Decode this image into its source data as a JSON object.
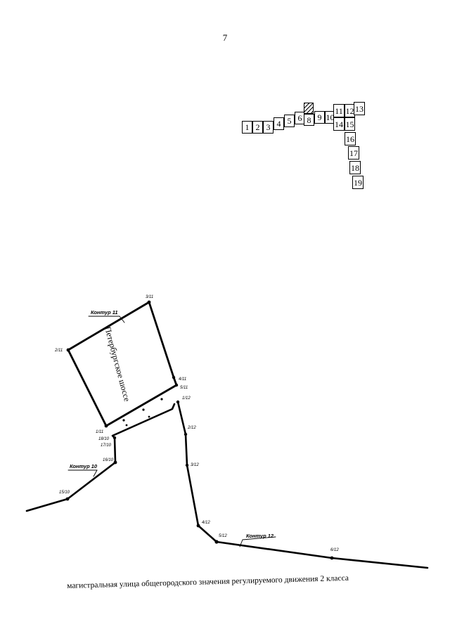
{
  "page_number": "7",
  "index_sheets": [
    "1",
    "2",
    "3",
    "4",
    "5",
    "6",
    "",
    "8",
    "9",
    "10",
    "11",
    "12",
    "13",
    "14",
    "15",
    "16",
    "17",
    "18",
    "19"
  ],
  "street_name": "Петербургское шоссе",
  "contours": [
    {
      "label": "Контур 11",
      "points": [
        "1/11",
        "2/11",
        "3/11",
        "4/11",
        "5/11"
      ]
    },
    {
      "label": "Контур 10",
      "points": [
        "15/10",
        "16/10",
        "17/10",
        "18/10"
      ]
    },
    {
      "label": "Контур 12",
      "points": [
        "1/12",
        "2/12",
        "3/12",
        "4/12",
        "5/12",
        "6/12"
      ]
    }
  ],
  "caption": "магистральная улица общегородского значения регулируемого движения 2 класса"
}
